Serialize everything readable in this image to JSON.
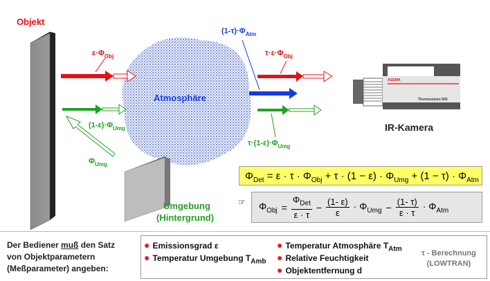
{
  "labels": {
    "object": "Objekt",
    "atmosphere": "Atmosphäre",
    "camera": "IR-Kamera",
    "surroundings_line1": "Umgebung",
    "surroundings_line2": "(Hintergrund)",
    "camera_brand": "AGEMA",
    "camera_model": "Thermovision 900"
  },
  "arrows": {
    "eps_phi_obj": "ε·Φ",
    "eps_phi_obj_sub": "Obj",
    "one_minus_eps_phi_umg": "(1-ε)·Φ",
    "one_minus_eps_phi_umg_sub": "Umg",
    "phi_umg": "Φ",
    "phi_umg_sub": "Umg",
    "one_minus_tau_phi_atm": "(1-τ)·Φ",
    "one_minus_tau_phi_atm_sub": "Atm",
    "tau_eps_phi_obj": "τ·ε·Φ",
    "tau_eps_phi_obj_sub": "Obj",
    "tau_one_minus_eps_phi_umg": "τ·(1-ε)·Φ",
    "tau_one_minus_eps_phi_umg_sub": "Umg"
  },
  "equations": {
    "det_lhs": "Φ",
    "det_lhs_sub": "Det",
    "det_t1": " = ε · τ · Φ",
    "det_t1_sub": "Obj",
    "det_t2": " + τ · (1 − ε) · Φ",
    "det_t2_sub": "Umg",
    "det_t3": " + (1 − τ) · Φ",
    "det_t3_sub": "Atm",
    "obj_lhs": "Φ",
    "obj_lhs_sub": "Obj",
    "eq": "=",
    "f1_num": "Φ",
    "f1_num_sub": "Det",
    "f1_den": "ε · τ",
    "minus": "−",
    "f2_num": "(1- ε)",
    "f2_den": "ε",
    "f2_mul": "· Φ",
    "f2_mul_sub": "Umg",
    "f3_num": "(1- τ)",
    "f3_den": "ε · τ",
    "f3_mul": "· Φ",
    "f3_mul_sub": "Atm"
  },
  "bottom": {
    "intro_line1_a": "Der Bediener ",
    "intro_line1_u": "muß",
    "intro_line1_b": " den Satz",
    "intro_line2": "von Objektparametern",
    "intro_line3": "(Meßparameter) angeben:",
    "params": [
      {
        "label": "Emissionsgrad  ε",
        "sub": ""
      },
      {
        "label": "Temperatur Umgebung  T",
        "sub": "Amb"
      },
      {
        "label": "Temperatur Atmosphäre  T",
        "sub": "Atm"
      },
      {
        "label": "Relative Feuchtigkeit",
        "sub": ""
      },
      {
        "label": "Objektentfernung  d",
        "sub": ""
      }
    ],
    "tau_line1": "τ - Berechnung",
    "tau_line2": "(LOWTRAN)"
  },
  "colors": {
    "red": "#e81010",
    "green": "#22a022",
    "blue": "#1a3ae0",
    "yellow": "#ffff66"
  }
}
